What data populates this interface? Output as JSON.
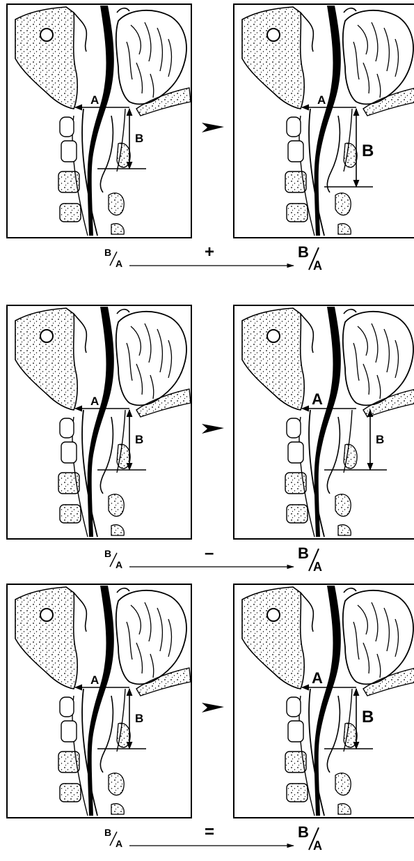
{
  "rows": [
    {
      "before": {
        "label_a": "A",
        "label_b": "B"
      },
      "after": {
        "label_a": "A",
        "label_b": "B",
        "b_size": "large",
        "b_extent": "longer"
      },
      "arrow_glyph": "arrowhead",
      "ratio_before": {
        "num": "B",
        "den": "A"
      },
      "ratio_after": {
        "num": "B",
        "den": "A"
      },
      "change_symbol": "+"
    },
    {
      "before": {
        "label_a": "A",
        "label_b": "B"
      },
      "after": {
        "label_a": "A",
        "label_b": "B",
        "a_size": "large",
        "b_extent": "same"
      },
      "arrow_glyph": "arrowhead",
      "ratio_before": {
        "num": "B",
        "den": "A"
      },
      "ratio_after": {
        "num": "B",
        "den": "A"
      },
      "change_symbol": "–"
    },
    {
      "before": {
        "label_a": "A",
        "label_b": "B"
      },
      "after": {
        "label_a": "A",
        "label_b": "B",
        "a_size": "large",
        "b_size": "large",
        "b_extent": "same"
      },
      "arrow_glyph": "arrowhead",
      "ratio_before": {
        "num": "B",
        "den": "A"
      },
      "ratio_after": {
        "num": "B",
        "den": "A"
      },
      "change_symbol": "="
    }
  ]
}
